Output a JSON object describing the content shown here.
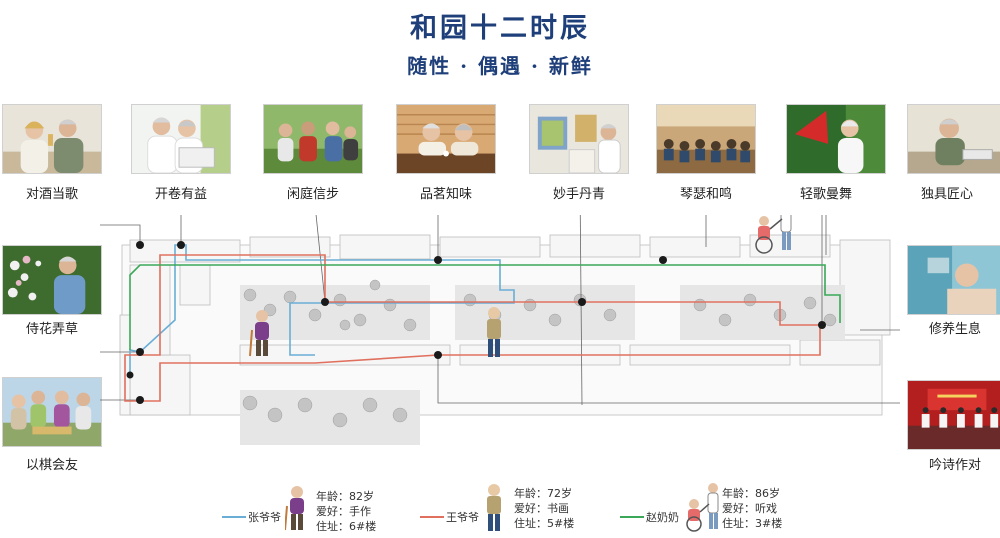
{
  "header": {
    "title": "和园十二时辰",
    "subtitle": "随性 · 偶遇 · 新鲜"
  },
  "activities": [
    {
      "key": "drink",
      "label": "对酒当歌"
    },
    {
      "key": "read",
      "label": "开卷有益"
    },
    {
      "key": "walk",
      "label": "闲庭信步"
    },
    {
      "key": "tea",
      "label": "品茗知味"
    },
    {
      "key": "paint",
      "label": "妙手丹青"
    },
    {
      "key": "music",
      "label": "琴瑟和鸣"
    },
    {
      "key": "dance",
      "label": "轻歌曼舞"
    },
    {
      "key": "craft",
      "label": "独具匠心"
    },
    {
      "key": "garden",
      "label": "侍花弄草"
    },
    {
      "key": "health",
      "label": "修养生息"
    },
    {
      "key": "chess",
      "label": "以棋会友"
    },
    {
      "key": "poetry",
      "label": "吟诗作对"
    }
  ],
  "colors": {
    "title": "#1e3f7a",
    "blue_route": "#6aaed6",
    "red_route": "#e0705e",
    "green_route": "#3aa858",
    "stop": "#1a1a1a"
  },
  "legend": [
    {
      "name": "张爷爷",
      "route_color": "#6aaed6",
      "figure_icon": "old-man-with-cane-icon",
      "lines": [
        "年龄：82岁",
        "爱好：手作",
        "住址：6#楼"
      ]
    },
    {
      "name": "王爷爷",
      "route_color": "#e0705e",
      "figure_icon": "old-man-standing-icon",
      "lines": [
        "年龄：72岁",
        "爱好：书画",
        "住址：5#楼"
      ]
    },
    {
      "name": "赵奶奶",
      "route_color": "#3aa858",
      "figure_icon": "grandma-wheelchair-icon",
      "lines": [
        "年龄：86岁",
        "爱好：听戏",
        "住址：3#楼"
      ]
    }
  ]
}
